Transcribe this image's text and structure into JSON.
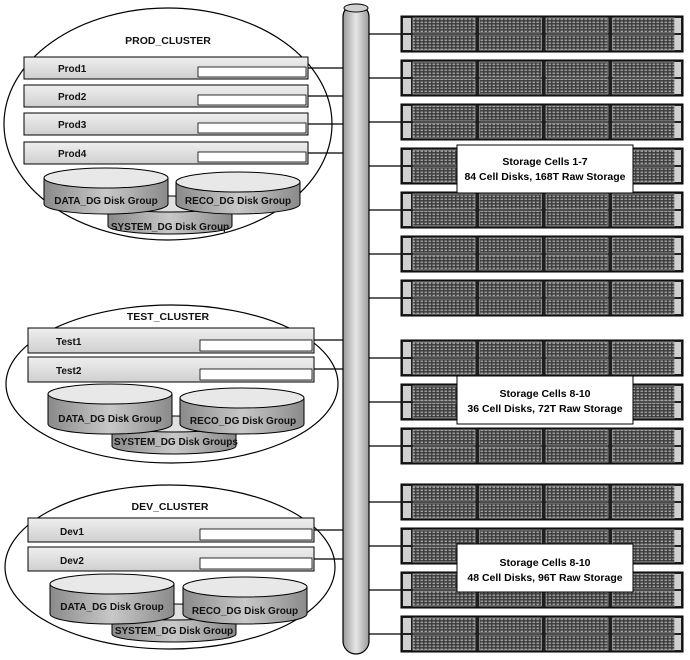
{
  "clusters": [
    {
      "name": "PROD_CLUSTER",
      "nodes": [
        "Prod1",
        "Prod2",
        "Prod3",
        "Prod4"
      ],
      "disk_groups": {
        "data": "DATA_DG Disk Group",
        "reco": "RECO_DG Disk Group",
        "system": "SYSTEM_DG Disk Group"
      }
    },
    {
      "name": "TEST_CLUSTER",
      "nodes": [
        "Test1",
        "Test2"
      ],
      "disk_groups": {
        "data": "DATA_DG Disk Group",
        "reco": "RECO_DG Disk Group",
        "system": "SYSTEM_DG Disk Groups"
      }
    },
    {
      "name": "DEV_CLUSTER",
      "nodes": [
        "Dev1",
        "Dev2"
      ],
      "disk_groups": {
        "data": "DATA_DG Disk Group",
        "reco": "RECO_DG Disk Group",
        "system": "SYSTEM_DG Disk Group"
      }
    }
  ],
  "storage_groups": [
    {
      "title": "Storage Cells 1-7",
      "detail": "84 Cell Disks, 168T Raw Storage",
      "cells": 7
    },
    {
      "title": "Storage Cells 8-10",
      "detail": "36 Cell Disks, 72T Raw Storage",
      "cells": 3
    },
    {
      "title": "Storage Cells 8-10",
      "detail": "48 Cell Disks, 96T Raw Storage",
      "cells": 4
    }
  ],
  "colors": {
    "node_fill": "#d9d9d9",
    "bus_fill": "#bfbfbf",
    "cell_fill": "#2b2b2b",
    "disk_fill": "#a8a8a8",
    "line": "#000000"
  }
}
